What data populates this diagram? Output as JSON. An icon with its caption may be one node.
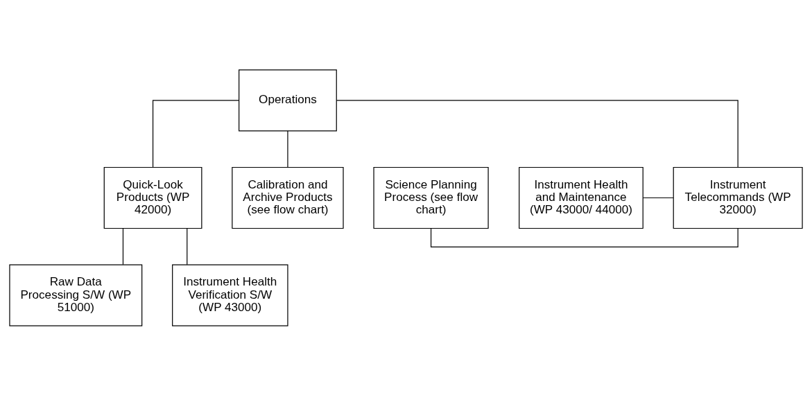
{
  "diagram": {
    "nodes": [
      {
        "text": [
          "Operations"
        ]
      },
      {
        "text": [
          "Instrument Telecommands (WP 32000)"
        ]
      },
      {
        "text": [
          "Quick-Look Products (WP 42000)"
        ]
      },
      {
        "text": [
          "Calibration and Archive Products (see flow chart)"
        ]
      },
      {
        "text": [
          "Science Planning Process (see flow chart)"
        ]
      },
      {
        "text": [
          "Instrument Health and Maintenance (WP 43000/ 44000)"
        ]
      },
      {
        "text": [
          "Raw Data Processing S/W (WP 51000)"
        ]
      },
      {
        "text": [
          "Instrument Health Verification S/W (WP 43000)"
        ]
      }
    ],
    "edges": [
      {
        "from": 0,
        "to": 1,
        "arrow": "none"
      },
      {
        "from": 0,
        "to": 2,
        "arrow": "none"
      },
      {
        "from": 0,
        "to": 3,
        "arrow": "none"
      },
      {
        "from": 4,
        "to": 1,
        "arrow": "none"
      },
      {
        "from": 5,
        "to": 1,
        "arrow": "none"
      },
      {
        "from": 2,
        "to": 6,
        "arrow": "none"
      },
      {
        "from": 2,
        "to": 7,
        "arrow": "none"
      }
    ]
  }
}
